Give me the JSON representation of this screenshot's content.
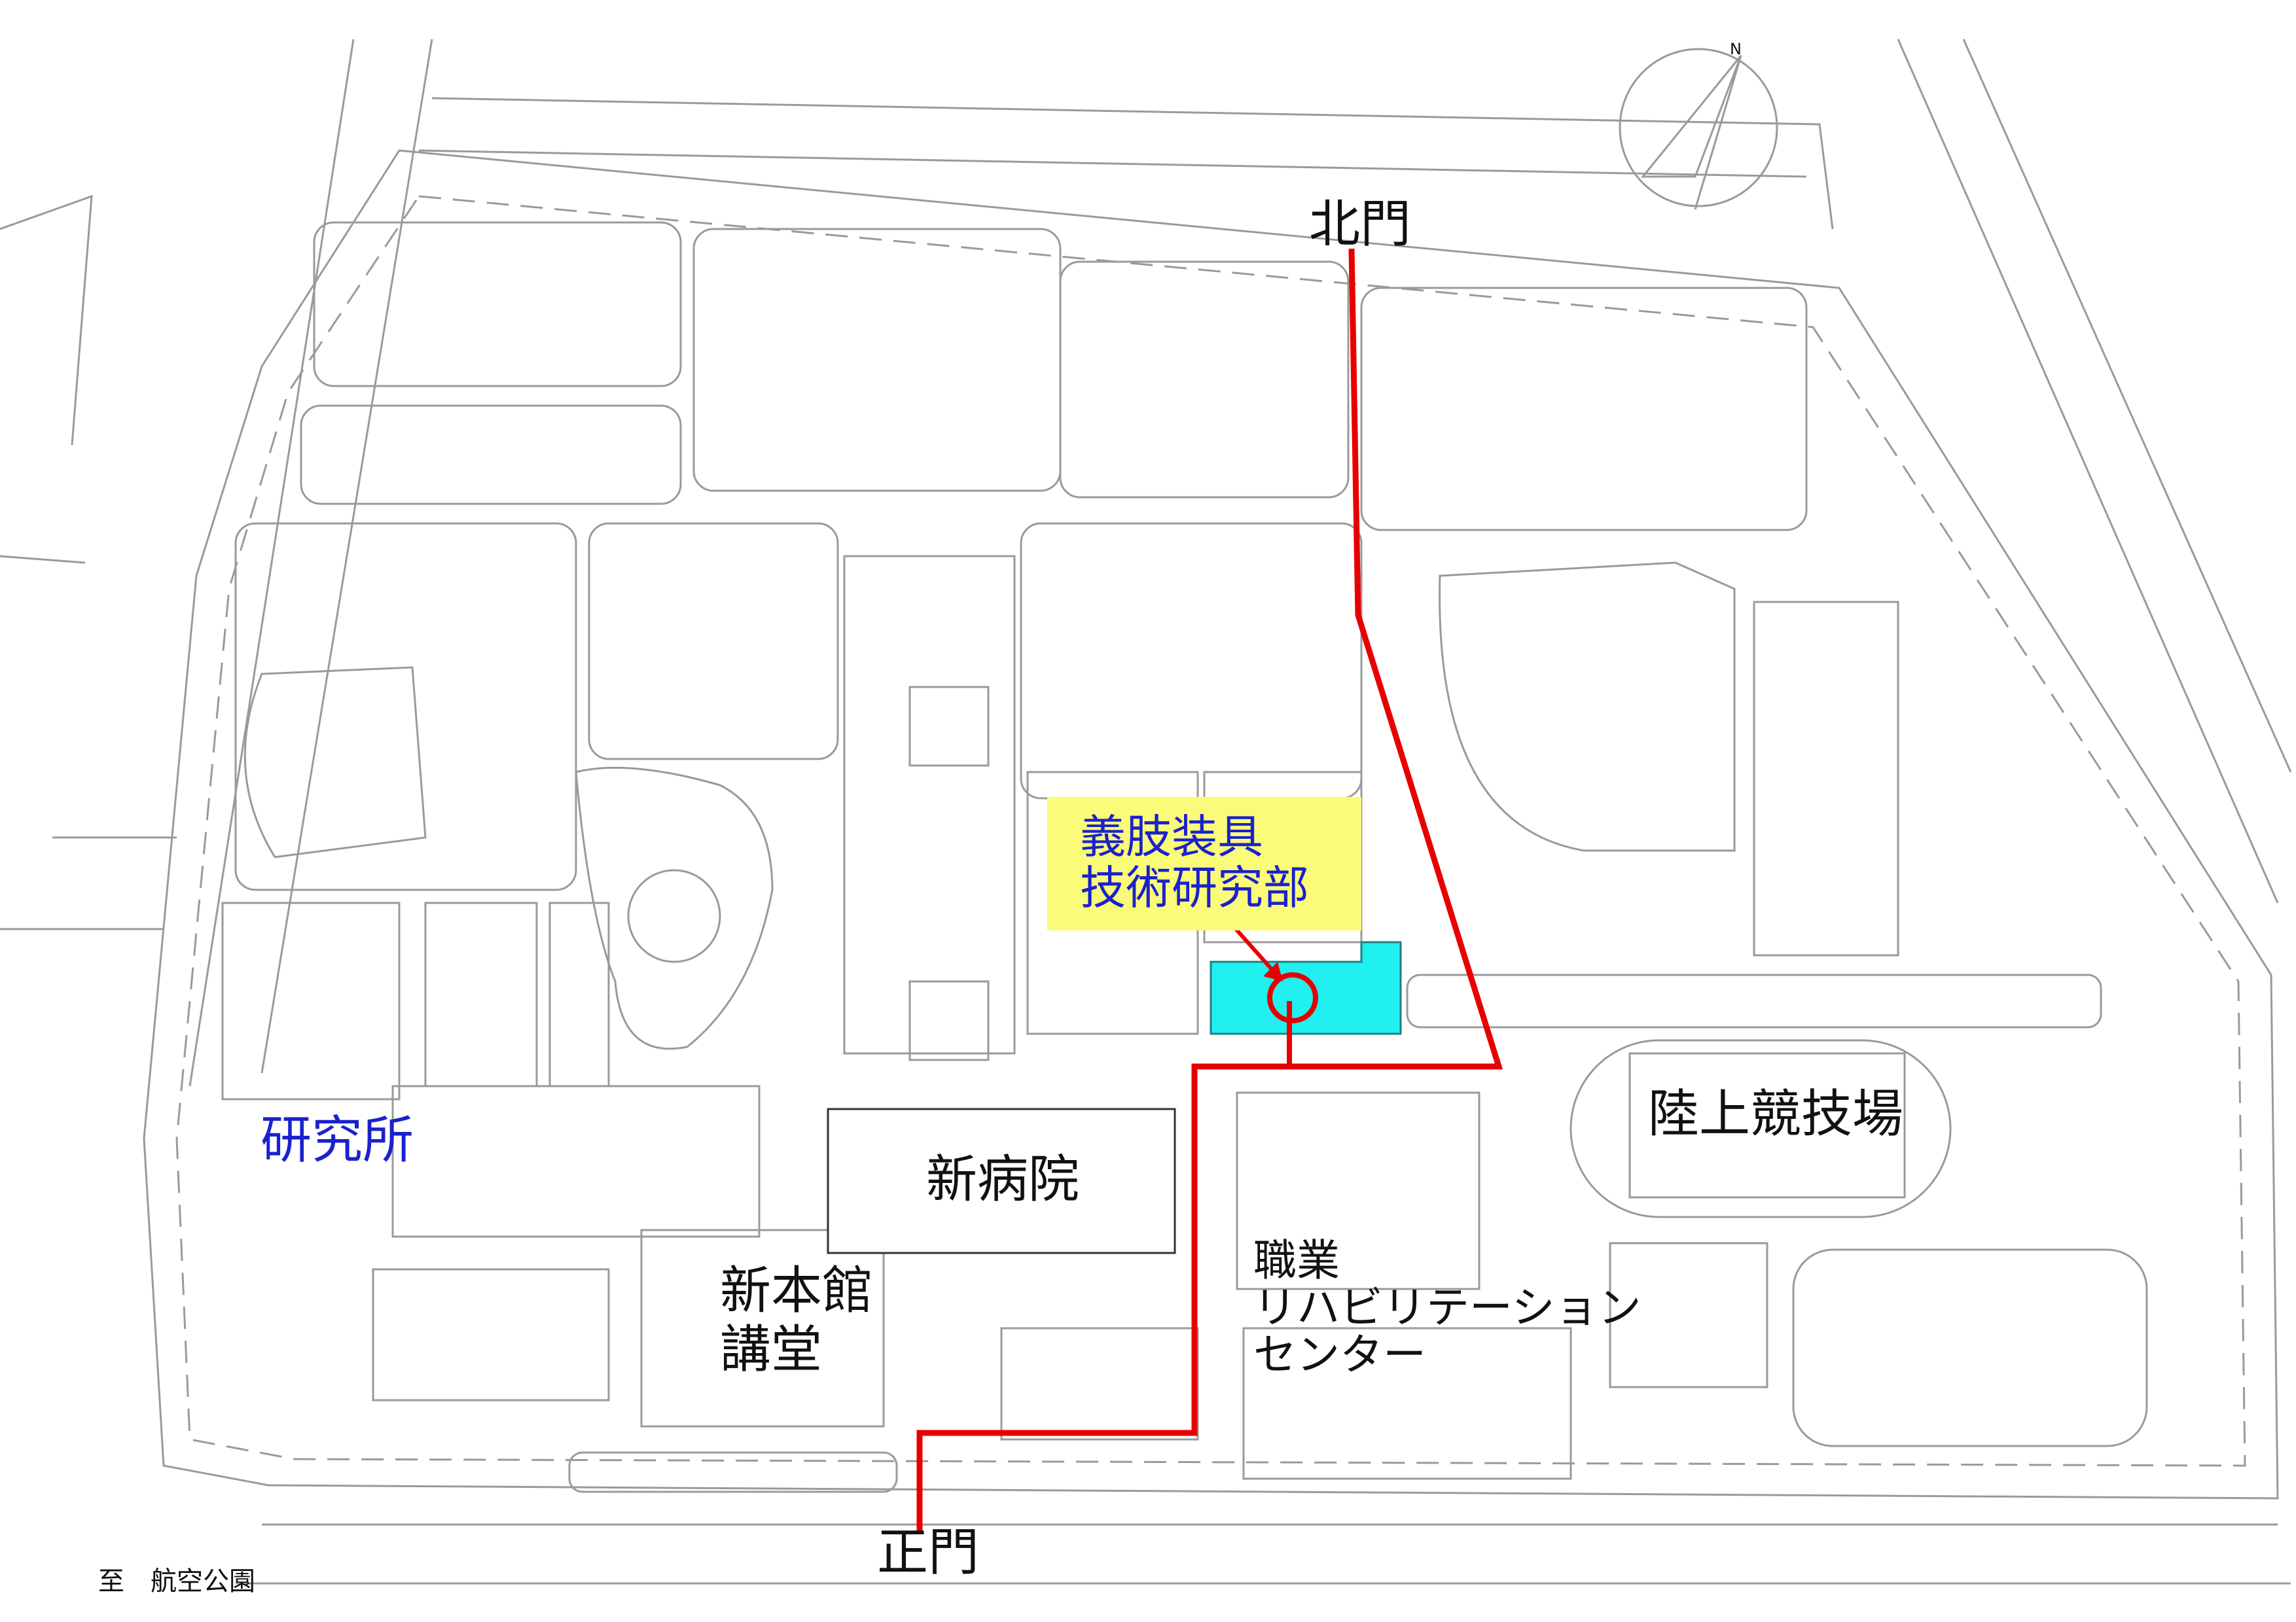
{
  "labels": {
    "north_gate": "北門",
    "main_gate": "正門",
    "prosthetics_line1": "義肢装具",
    "prosthetics_line2": "技術研究部",
    "research_institute": "研究所",
    "new_hospital": "新病院",
    "new_main_building_line1": "新本館",
    "new_main_building_line2": "講堂",
    "vocational_line1": "職業",
    "vocational_line2": "リハビリテーション",
    "vocational_line3": "センター",
    "athletics_field": "陸上競技場",
    "to_park": "至　航空公園",
    "compass_n": "N"
  },
  "colors": {
    "route": "#e80000",
    "highlight_building": "#20f0f0",
    "callout_bg": "#fbfb7a",
    "blue_label": "#1a22cc",
    "line": "#9a9a9a"
  }
}
